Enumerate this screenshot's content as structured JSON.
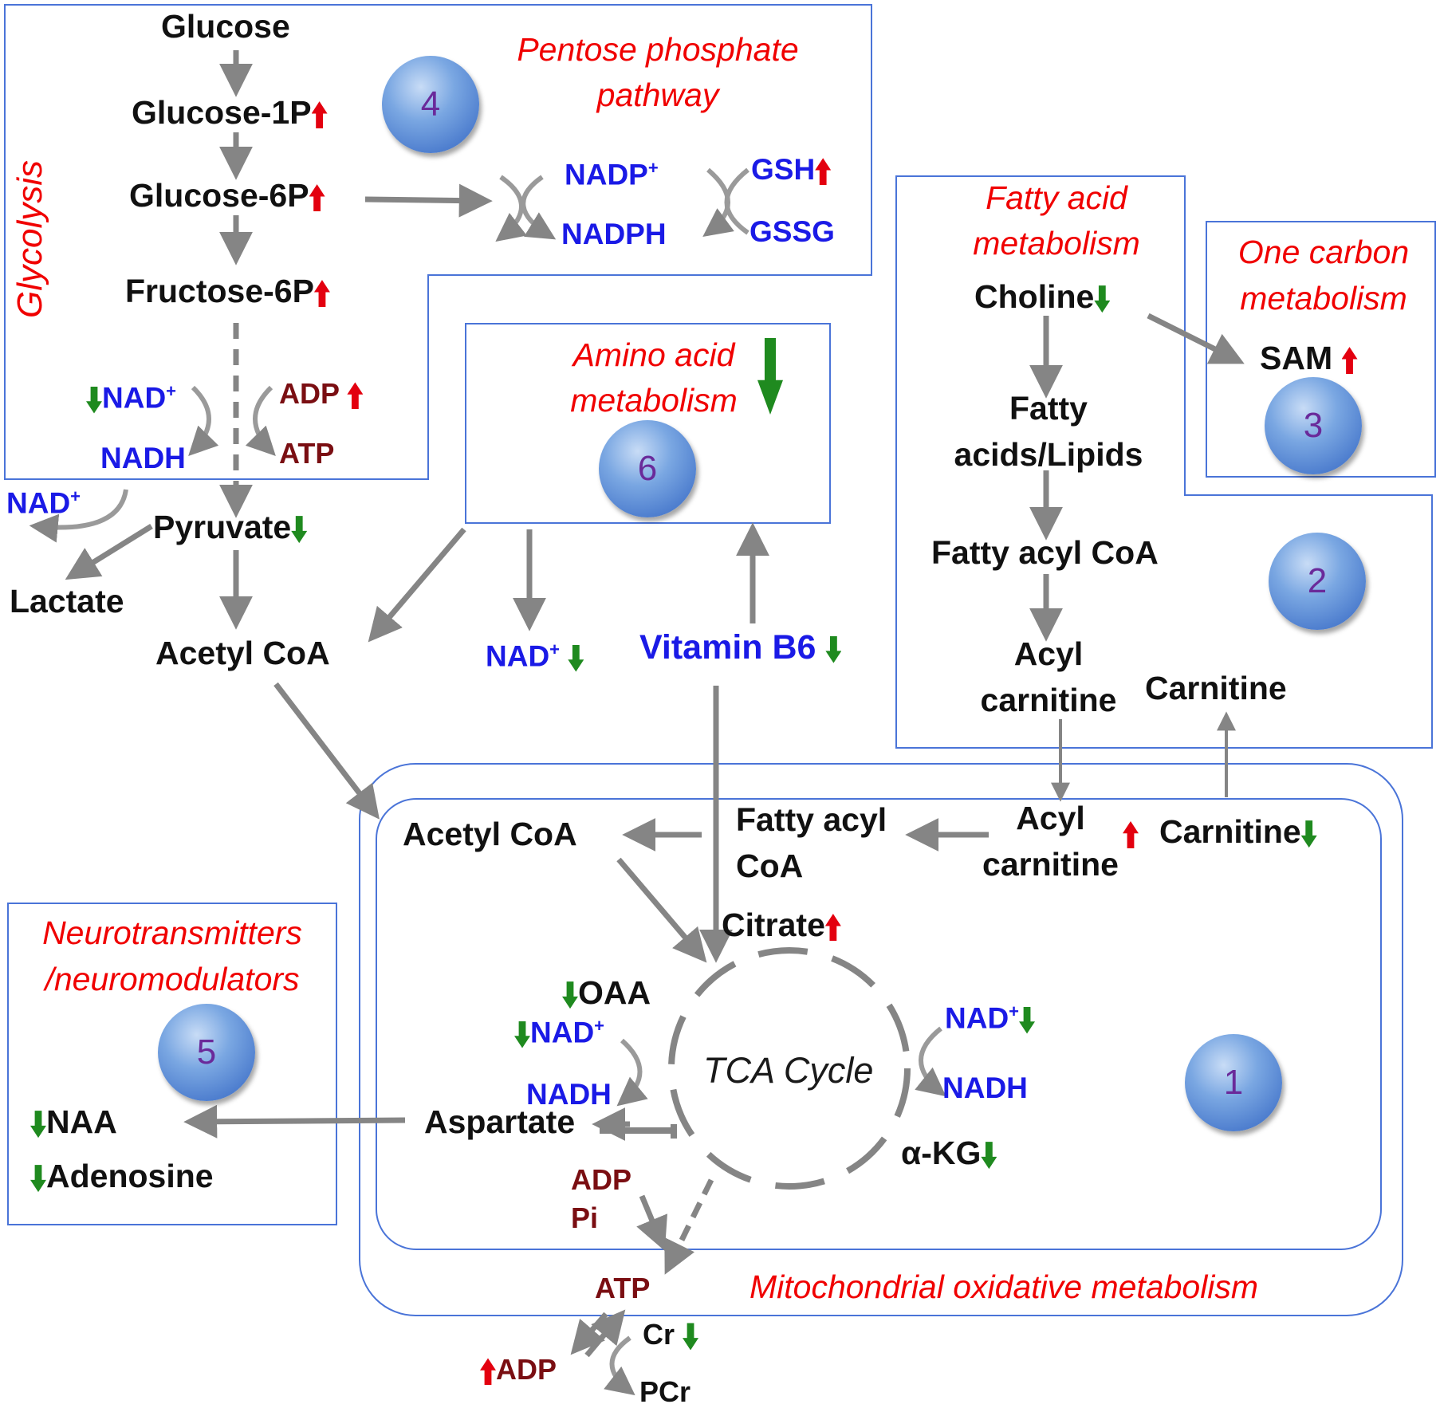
{
  "sections": {
    "glycolysis": "Glycolysis",
    "pentose": [
      "Pentose phosphate",
      "pathway"
    ],
    "fatty_acid": [
      "Fatty acid",
      "metabolism"
    ],
    "one_carbon": [
      "One carbon",
      "metabolism"
    ],
    "amino_acid": [
      "Amino acid",
      "metabolism"
    ],
    "neuro": [
      "Neurotransmitters",
      "/neuromodulators"
    ],
    "mito": "Mitochondrial oxidative metabolism"
  },
  "circles": [
    "1",
    "2",
    "3",
    "4",
    "5",
    "6"
  ],
  "glycolysis": {
    "glucose": "Glucose",
    "g1p": "Glucose-1P",
    "g6p": "Glucose-6P",
    "f6p": "Fructose-6P",
    "nad": "NAD",
    "nadh": "NADH",
    "adp": "ADP",
    "atp": "ATP",
    "pyruvate": "Pyruvate",
    "lactate": "Lactate",
    "acetyl_coa": "Acetyl CoA",
    "nad_lactate": "NAD"
  },
  "pentose": {
    "nadp": "NADP",
    "nadph": "NADPH",
    "gsh": "GSH",
    "gssg": "GSSG"
  },
  "fatty": {
    "choline": "Choline",
    "fatty_acids": [
      "Fatty",
      "acids/Lipids"
    ],
    "fatty_acyl_coa": "Fatty acyl CoA",
    "acyl_carnitine": [
      "Acyl",
      "carnitine"
    ],
    "carnitine": "Carnitine"
  },
  "one_carbon": {
    "sam": "SAM"
  },
  "amino": {
    "nad": "NAD",
    "vitamin_b6": "Vitamin B6"
  },
  "mito": {
    "acetyl_coa": "Acetyl CoA",
    "fatty_acyl_coa": [
      "Fatty acyl",
      "CoA"
    ],
    "acyl_carnitine": [
      "Acyl",
      "carnitine"
    ],
    "carnitine": "Carnitine",
    "citrate": "Citrate",
    "oaa": "OAA",
    "nad_left": "NAD",
    "nadh_left": "NADH",
    "tca": "TCA Cycle",
    "nad_right": "NAD",
    "nadh_right": "NADH",
    "akg": "α-KG",
    "aspartate": "Aspartate",
    "adp": "ADP",
    "pi": "Pi",
    "atp": "ATP"
  },
  "neuro": {
    "naa": "NAA",
    "adenosine": "Adenosine"
  },
  "energy": {
    "cr": "Cr",
    "adp": "ADP",
    "pcr": "PCr"
  },
  "superscript_plus": "+",
  "colors": {
    "box_border": "#4a74d8",
    "arrow": "#858585",
    "up": "#e3000f",
    "down": "#1f8a1f",
    "section_title": "#f00000",
    "cofactor": "#1a1ae6",
    "energy": "#7a0e12"
  }
}
